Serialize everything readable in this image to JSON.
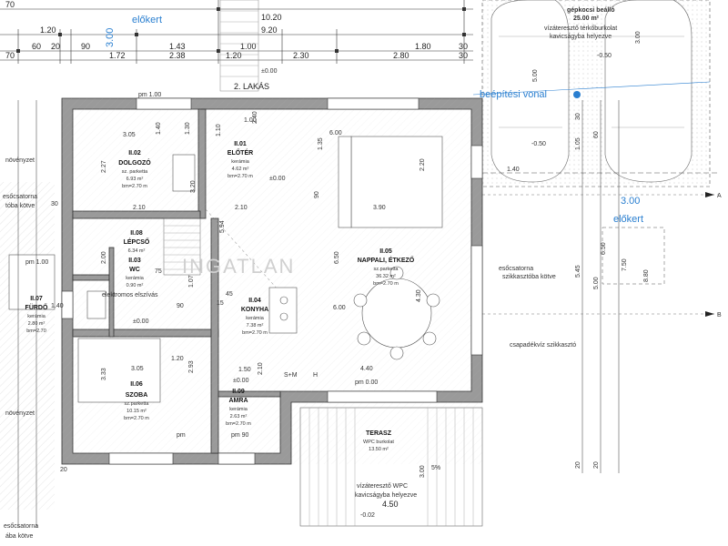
{
  "header_dims": {
    "row1": [
      "70",
      "10.20"
    ],
    "row2": [
      "1.20",
      "3.00",
      "9.20"
    ],
    "row3": [
      "60",
      "20",
      "90",
      "1.43",
      "1.00",
      "2.30",
      "1.80",
      "30"
    ],
    "row4": [
      "70",
      "1.72",
      "2.38",
      "1.20",
      "2.80",
      "30"
    ],
    "plus": "±0.00",
    "mark": "2. LAKÁS",
    "pm": "pm 1.00"
  },
  "blue_labels": {
    "elokert_top": "előkert",
    "beepitesi": "beépítési vonal",
    "elokert_right": "előkert",
    "three_top": "3.00",
    "three_right": "3.00"
  },
  "rooms": [
    {
      "key": "r02",
      "code": "II.02",
      "name": "DOLGOZÓ",
      "l1": "sz. parketta",
      "l2": "6.93 m²",
      "l3": "bm=2.70 m"
    },
    {
      "key": "r01",
      "code": "II.01",
      "name": "ELŐTÉR",
      "l1": "kerámia",
      "l2": "4.62 m²",
      "l3": "bm=2.70 m"
    },
    {
      "key": "r08",
      "code": "II.08",
      "name": "LÉPCSŐ",
      "l1": "6.34 m²"
    },
    {
      "key": "r03",
      "code": "II.03",
      "name": "WC",
      "l1": "kerámia",
      "l2": "0.90 m²"
    },
    {
      "key": "r05",
      "code": "II.05",
      "name": "NAPPALI, ÉTKEZŐ",
      "l1": "sz.parketta",
      "l2": "36.32 m²",
      "l3": "bm=2.70 m"
    },
    {
      "key": "r07",
      "code": "II.07",
      "name": "FÜRDŐ",
      "l1": "kerámia",
      "l2": "2.80 m²",
      "l3": "bm=2.70"
    },
    {
      "key": "r04",
      "code": "II.04",
      "name": "KONYHA",
      "l1": "kerámia",
      "l2": "7.38 m²",
      "l3": "bm=2.70 m"
    },
    {
      "key": "r06",
      "code": "II.06",
      "name": "SZOBA",
      "l1": "sz.parketta",
      "l2": "10.15 m²",
      "l3": "bm=2.70 m"
    },
    {
      "key": "r09",
      "code": "II.09",
      "name": "AMRA",
      "l1": "kerámia",
      "l2": "2.63 m²",
      "l3": "bm=2.70 m"
    },
    {
      "key": "terasz",
      "code": "",
      "name": "TERASZ",
      "l1": "WPC burkolat",
      "l2": "13.50 m²"
    }
  ],
  "inner_dims": {
    "d305a": "3.05",
    "d227": "2.27",
    "d130": "1.30",
    "d140": "1.40",
    "d110": "1.10",
    "d100": "1.00",
    "d240": "2.40",
    "d135": "1.35",
    "d600a": "6.00",
    "d220": "2.20",
    "d320": "3.20",
    "d210a": "2.10",
    "d210b": "2.10",
    "d390": "3.90",
    "d90a": "90",
    "d594": "5.94",
    "d650": "6.50",
    "d200": "2.00",
    "d75": "75",
    "d107": "1.07",
    "d430": "4.30",
    "d600b": "6.00",
    "d140b": "1.40",
    "d333": "3.33",
    "d305b": "3.05",
    "d293": "2.93",
    "d150": "1.50",
    "d210c": "2.10",
    "d440": "4.40",
    "d30": "30",
    "d15": "15",
    "d45": "45",
    "d120": "1.20",
    "d90b": "90",
    "d20": "20"
  },
  "misc": {
    "pm000": "pm 0.00",
    "pm90": "pm 90",
    "pm": "pm",
    "pm100": "pm 1.00",
    "plus1": "±0.00",
    "plus2": "±0.00",
    "plus3": "±0.00",
    "smh": "S+M",
    "h": "H",
    "elektromos": "elektromos elszívás",
    "wm": "INGATLAN",
    "vizatero": "vízáteresztő WPC",
    "kavics": "kavicságyba helyezve",
    "d450": "4.50",
    "m002": "-0.02",
    "d300": "3.00",
    "pct": "5%"
  },
  "left_labels": {
    "novenyzet1": "növényzet",
    "esocs1": "esőcsatorna",
    "esocs1b": "tóba kötve",
    "novenyzet2": "növényzet",
    "esocs2": "esőcsatorna",
    "esocs2b": "ába kötve"
  },
  "right_labels": {
    "gepkocsi": "gépkocsi beálló",
    "area": "25.00 m²",
    "vizatero": "vízáteresztő térkőburkolat",
    "kavics": "kavicságyba helyezve",
    "m050a": "-0.50",
    "m050b": "-0.50",
    "d500a": "5.00",
    "d300": "3.00",
    "d105": "1.05",
    "d140": "1.40",
    "d545": "5.45",
    "d500b": "5.00",
    "d650": "6.50",
    "d750": "7.50",
    "d880": "8.80",
    "esocs": "esőcsatorna",
    "szikk": "szikkasztóba kötve",
    "csapadek": "csapadékvíz szikkasztó",
    "a": "A",
    "b": "B",
    "d60": "60",
    "d30": "30",
    "d20": "20"
  }
}
